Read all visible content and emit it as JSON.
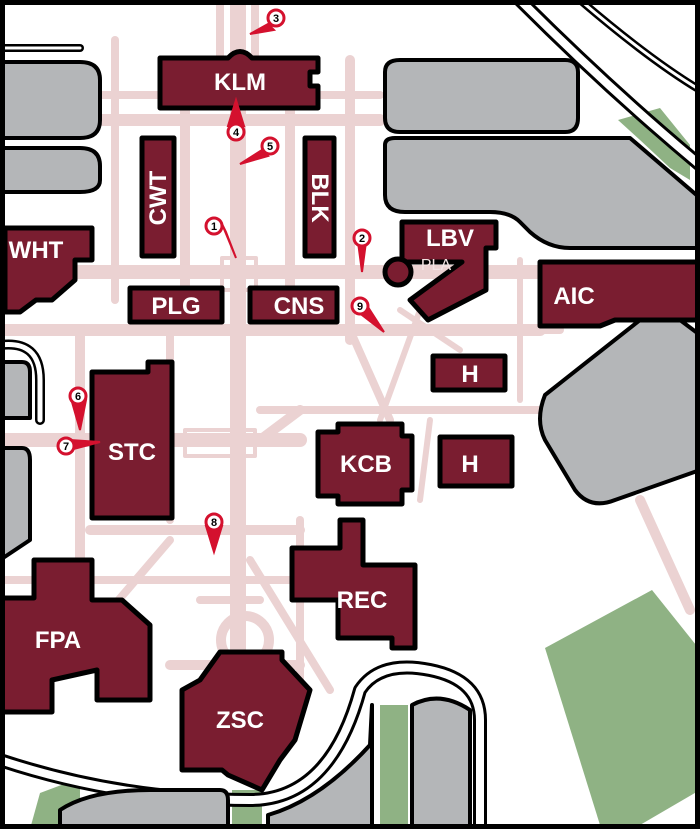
{
  "colors": {
    "building": "#7a1d30",
    "building_outline": "#000000",
    "parking": "#b4b6b8",
    "grass": "#8fb284",
    "path": "#ebd2d2",
    "background": "#ffffff",
    "marker": "#d4112e",
    "marker_badge": "#ffffff",
    "label_text": "#ffffff",
    "frame": "#000000"
  },
  "buildings": [
    {
      "code": "KLM"
    },
    {
      "code": "CWT"
    },
    {
      "code": "BLK"
    },
    {
      "code": "LBV"
    },
    {
      "code": "PLA"
    },
    {
      "code": "WHT"
    },
    {
      "code": "PLG"
    },
    {
      "code": "CNS"
    },
    {
      "code": "AIC"
    },
    {
      "code": "H"
    },
    {
      "code": "H"
    },
    {
      "code": "STC"
    },
    {
      "code": "KCB"
    },
    {
      "code": "REC"
    },
    {
      "code": "FPA"
    },
    {
      "code": "ZSC"
    }
  ],
  "markers": [
    {
      "number": "1"
    },
    {
      "number": "2"
    },
    {
      "number": "3"
    },
    {
      "number": "4"
    },
    {
      "number": "5"
    },
    {
      "number": "6"
    },
    {
      "number": "7"
    },
    {
      "number": "8"
    },
    {
      "number": "9"
    }
  ]
}
